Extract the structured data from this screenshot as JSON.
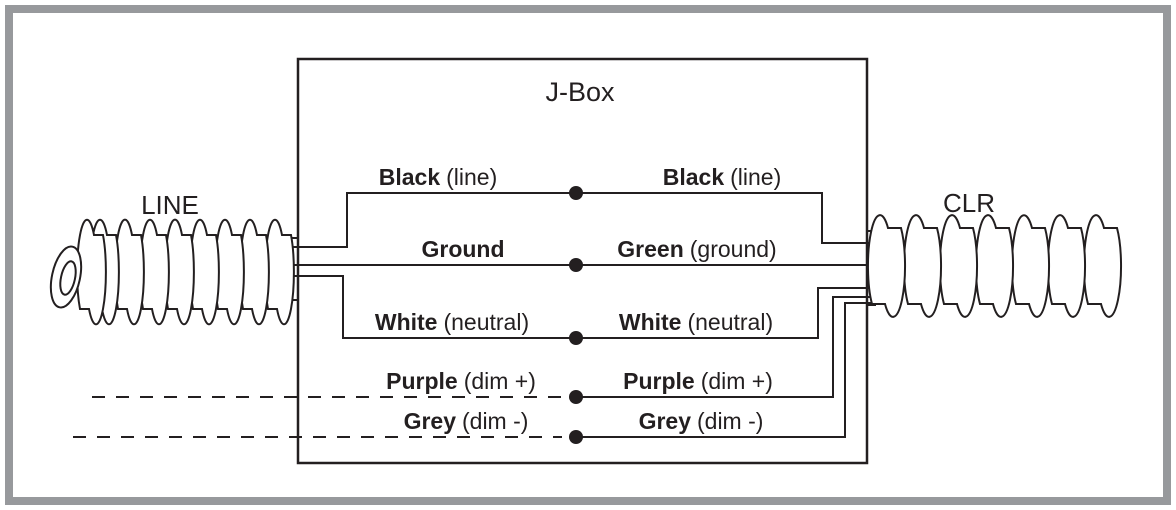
{
  "diagram": {
    "title": "J-Box",
    "left_cable_label": "LINE",
    "right_cable_label": "CLR"
  },
  "wires": [
    {
      "left_name": "Black",
      "left_note": "(line)",
      "right_name": "Black",
      "right_note": "(line)"
    },
    {
      "left_name": "Ground",
      "left_note": "",
      "right_name": "Green",
      "right_note": "(ground)"
    },
    {
      "left_name": "White",
      "left_note": "(neutral)",
      "right_name": "White",
      "right_note": "(neutral)"
    },
    {
      "left_name": "Purple",
      "left_note": "(dim +)",
      "right_name": "Purple",
      "right_note": "(dim +)"
    },
    {
      "left_name": "Grey",
      "left_note": "(dim -)",
      "right_name": "Grey",
      "right_note": "(dim -)"
    }
  ],
  "colors": {
    "line_color": "#231f20",
    "frame_color": "#97999c",
    "background": "#ffffff"
  }
}
